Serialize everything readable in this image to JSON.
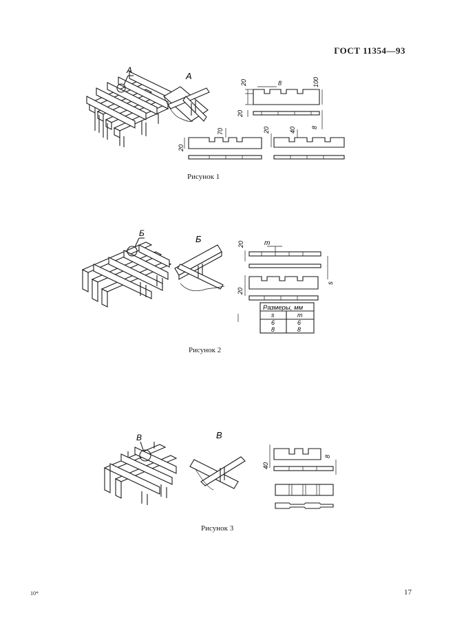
{
  "header": {
    "standard": "ГОСТ 11354—93"
  },
  "figure1": {
    "caption": "Рисунок 1",
    "callout": "А",
    "detail_label": "А",
    "dims": {
      "d20a": "20",
      "d8a": "8",
      "d100": "100",
      "d20b": "20",
      "d8b": "8",
      "d70": "70",
      "d20c": "20",
      "d20d": "20",
      "d40": "40"
    }
  },
  "figure2": {
    "caption": "Рисунок 2",
    "callout": "Б",
    "detail_label": "Б",
    "dims": {
      "d20a": "20",
      "m": "m",
      "s": "s",
      "d20b": "20"
    },
    "table": {
      "title": "Размеры, мм",
      "headers": [
        "s",
        "m"
      ],
      "rows": [
        [
          "6",
          "6"
        ],
        [
          "8",
          "8"
        ]
      ]
    }
  },
  "figure3": {
    "caption": "Рисунок 3",
    "callout": "В",
    "detail_label": "В",
    "dims": {
      "d40": "40",
      "d8": "8"
    }
  },
  "footer": {
    "left": "10*",
    "page": "17"
  }
}
